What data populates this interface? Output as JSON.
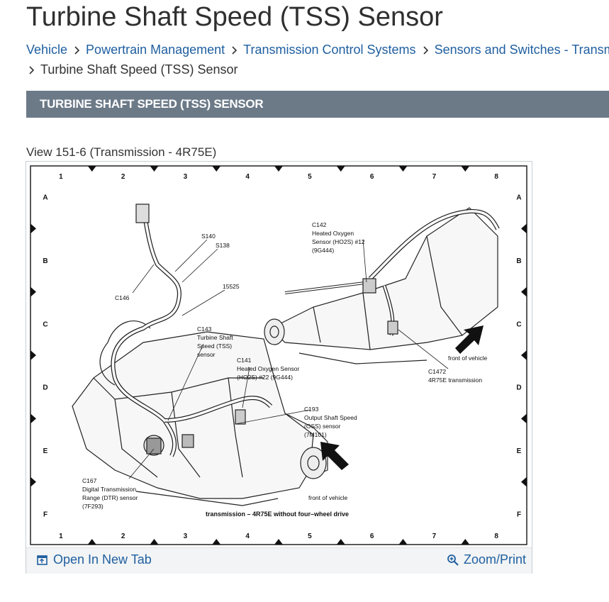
{
  "page": {
    "title": "Turbine Shaft Speed (TSS) Sensor"
  },
  "breadcrumb": {
    "items": [
      "Vehicle",
      "Powertrain Management",
      "Transmission Control Systems",
      "Sensors and Switches - Transmis",
      "Turbine Shaft Speed (TSS) Sensor"
    ]
  },
  "section": {
    "heading": "TURBINE SHAFT SPEED (TSS) SENSOR"
  },
  "figure": {
    "view_title": "View 151-6 (Transmission - 4R75E)",
    "grid_columns": [
      "1",
      "2",
      "3",
      "4",
      "5",
      "6",
      "7",
      "8"
    ],
    "grid_rows": [
      "A",
      "B",
      "C",
      "D",
      "E",
      "F"
    ],
    "callouts": {
      "s140": "S140",
      "s138": "S138",
      "c146": "C146",
      "w15525": "15525",
      "c143_1": "C143",
      "c143_2": "Turbine Shaft",
      "c143_3": "Speed (TSS)",
      "c143_4": "sensor",
      "c141_1": "C141",
      "c141_2": "Heated Oxygen Sensor",
      "c141_3": "(HO2S) #22 (9G444)",
      "c193_1": "C193",
      "c193_2": "Output Shaft Speed",
      "c193_3": "(OSS) sensor",
      "c193_4": "(7M101)",
      "c167_1": "C167",
      "c167_2": "Digital Transmission",
      "c167_3": "Range (DTR) sensor",
      "c167_4": "(7F293)",
      "c142_1": "C142",
      "c142_2": "Heated Oxygen",
      "c142_3": "Sensor (HO2S) #12",
      "c142_4": "(9G444)",
      "c1472_1": "C1472",
      "c1472_2": "4R75E transmission",
      "front_1": "front of vehicle",
      "front_2": "front of vehicle",
      "caption": "transmission – 4R75E without four–wheel drive"
    },
    "toolbar": {
      "open_label": "Open In New Tab",
      "zoom_label": "Zoom/Print"
    }
  },
  "colors": {
    "link": "#1f5fa0",
    "section_bar": "#6c7a88",
    "toolbar_bg": "#f2f4f5"
  },
  "icons": [
    "chevron-right-icon",
    "open-new-tab-icon",
    "zoom-icon"
  ]
}
